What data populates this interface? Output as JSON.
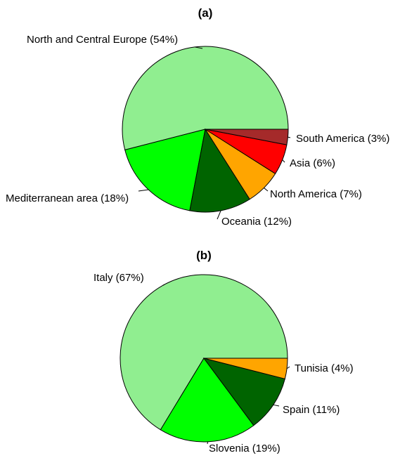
{
  "chart_data": [
    {
      "type": "pie",
      "title": "(a)",
      "series": [
        {
          "values": [
            {
              "label": "North and Central Europe (54%)",
              "value": 54,
              "color": "#90EE90"
            },
            {
              "label": "Mediterranean area (18%)",
              "value": 18,
              "color": "#00FF00"
            },
            {
              "label": "Oceania (12%)",
              "value": 12,
              "color": "#006400"
            },
            {
              "label": "North America (7%)",
              "value": 7,
              "color": "#FFA500"
            },
            {
              "label": "Asia (6%)",
              "value": 6,
              "color": "#FF0000"
            },
            {
              "label": "South America (3%)",
              "value": 3,
              "color": "#A52A2A"
            }
          ]
        }
      ],
      "direction": "counterclockwise",
      "start_angle_deg": 0
    },
    {
      "type": "pie",
      "title": "(b)",
      "series": [
        {
          "values": [
            {
              "label": "Italy (67%)",
              "value": 67,
              "color": "#90EE90"
            },
            {
              "label": "Slovenia (19%)",
              "value": 19,
              "color": "#00FF00"
            },
            {
              "label": "Spain (11%)",
              "value": 11,
              "color": "#006400"
            },
            {
              "label": "Tunisia (4%)",
              "value": 4,
              "color": "#FFA500"
            }
          ]
        }
      ],
      "direction": "counterclockwise",
      "start_angle_deg": 0
    }
  ]
}
